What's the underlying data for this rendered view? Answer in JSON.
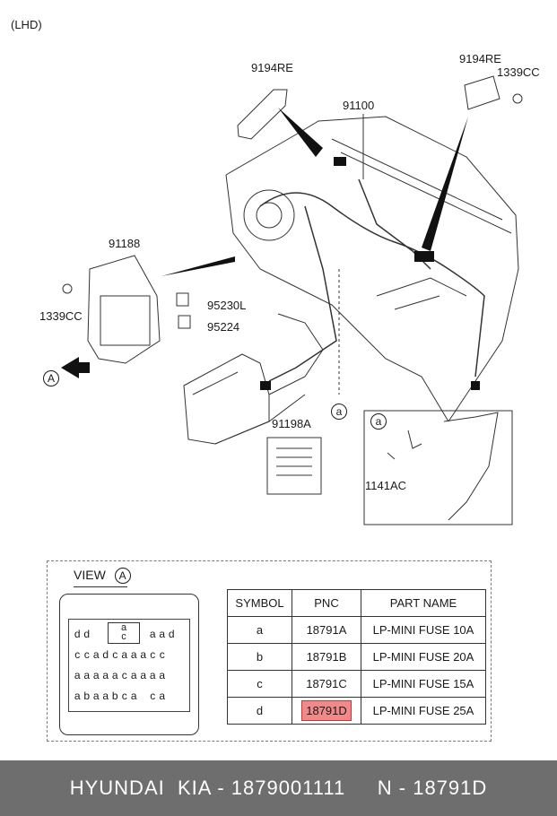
{
  "header": {
    "variant": "(LHD)"
  },
  "labels": {
    "part_9194re_left": "9194RE",
    "part_9194re_right": "9194RE",
    "part_1339cc_right": "1339CC",
    "part_91100": "91100",
    "part_91188": "91188",
    "part_1339cc_left": "1339CC",
    "part_95230l": "95230L",
    "part_95224": "95224",
    "callout_a_arrow": "A",
    "callout_a_small": "a",
    "part_91198a": "91198A",
    "detail_a": "a",
    "part_1141ac": "1141AC"
  },
  "view": {
    "title": "VIEW",
    "marker": "A",
    "fuse_top": [
      "a",
      "c"
    ],
    "fuse_rows": [
      [
        "d",
        "d",
        "",
        "",
        "",
        "",
        "",
        "",
        "a",
        "a",
        "d"
      ],
      [
        "c",
        "c",
        "a",
        "d",
        "c",
        "a",
        "a",
        "a",
        "c",
        "c"
      ],
      [
        "a",
        "a",
        "a",
        "a",
        "a",
        "c",
        "a",
        "a",
        "a",
        "a"
      ],
      [
        "a",
        "b",
        "a",
        "a",
        "b",
        "c",
        "a",
        "",
        "c",
        "a"
      ]
    ]
  },
  "table": {
    "headers": [
      "SYMBOL",
      "PNC",
      "PART NAME"
    ],
    "rows": [
      {
        "symbol": "a",
        "pnc": "18791A",
        "name": "LP-MINI FUSE 10A"
      },
      {
        "symbol": "b",
        "pnc": "18791B",
        "name": "LP-MINI FUSE 20A"
      },
      {
        "symbol": "c",
        "pnc": "18791C",
        "name": "LP-MINI FUSE 15A"
      },
      {
        "symbol": "d",
        "pnc": "18791D",
        "name": "LP-MINI FUSE 25A"
      }
    ]
  },
  "footer": {
    "text": "HYUNDAI  KIA - 1879001111     N - 18791D"
  },
  "colors": {
    "highlight": "#f08a8a",
    "footer_bg": "#6e6e6e"
  }
}
